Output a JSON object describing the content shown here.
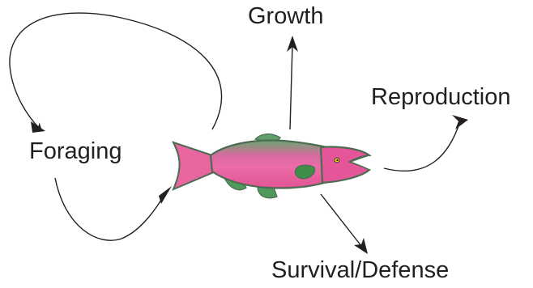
{
  "labels": {
    "foraging": "Foraging",
    "growth": "Growth",
    "reproduction": "Reproduction",
    "survival": "Survival/Defense"
  },
  "colors": {
    "text": "#231f20",
    "arrow": "#231f20",
    "fish_body": "#e8669f",
    "fish_back": "#5fa06a",
    "fish_outline": "#4d6b52",
    "fish_head": "#e5559a",
    "eye": "#f3d400"
  },
  "icons": {
    "fish": "salmon-icon"
  }
}
